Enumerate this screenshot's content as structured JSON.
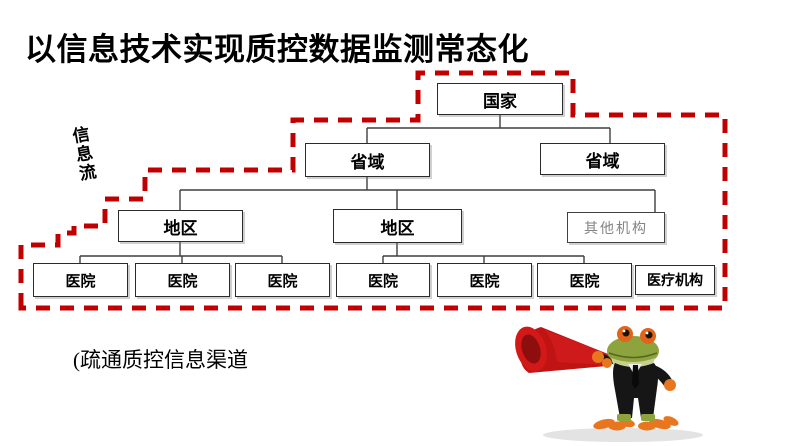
{
  "slide": {
    "title": "以信息技术实现质控数据监测常态化",
    "info_flow_label": "信息流",
    "caption": "(疏通质控信息渠道"
  },
  "org_chart": {
    "level1": [
      {
        "label": "国家"
      }
    ],
    "level2": [
      {
        "label": "省域"
      },
      {
        "label": "省域"
      }
    ],
    "level3": [
      {
        "label": "地区"
      },
      {
        "label": "地区"
      },
      {
        "label": "其他机构"
      }
    ],
    "level4": [
      {
        "label": "医院"
      },
      {
        "label": "医院"
      },
      {
        "label": "医院"
      },
      {
        "label": "医院"
      },
      {
        "label": "医院"
      },
      {
        "label": "医院"
      },
      {
        "label": "医疗机构"
      }
    ]
  },
  "colors": {
    "info_flow_red": "#c00000",
    "connector_line": "#3f3f3f",
    "muted_node_text": "#848484",
    "node_border": "#2b2b2b",
    "megaphone_red": "#c01313"
  },
  "illustration": {
    "name": "frog-with-megaphone"
  }
}
